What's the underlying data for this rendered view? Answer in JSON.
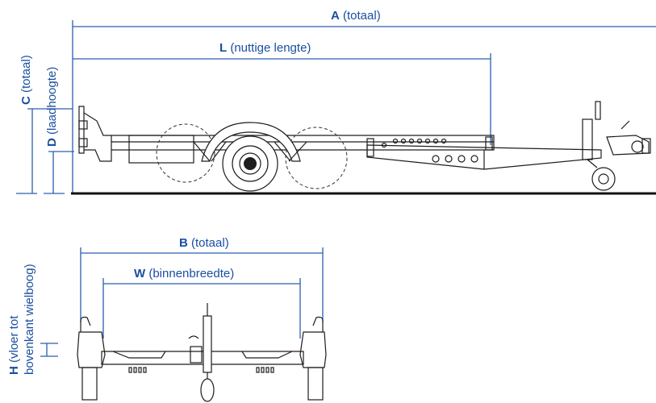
{
  "labels": {
    "a_letter": "A",
    "a_text": " (totaal)",
    "l_letter": "L",
    "l_text": " (nuttige lengte)",
    "c_letter": "C",
    "c_text": " (totaal)",
    "d_letter": "D",
    "d_text": " (laadhoogte)",
    "b_letter": "B",
    "b_text": " (totaal)",
    "w_letter": "W",
    "w_text": " (binnenbreedte)",
    "h_letter": "H",
    "h_text_1": " (vloer tot",
    "h_text_2": "bovenkant wielboog)"
  },
  "colors": {
    "label": "#1a4fa0",
    "dimension_line": "#2a5fb0",
    "drawing": "#1d1d1d"
  }
}
